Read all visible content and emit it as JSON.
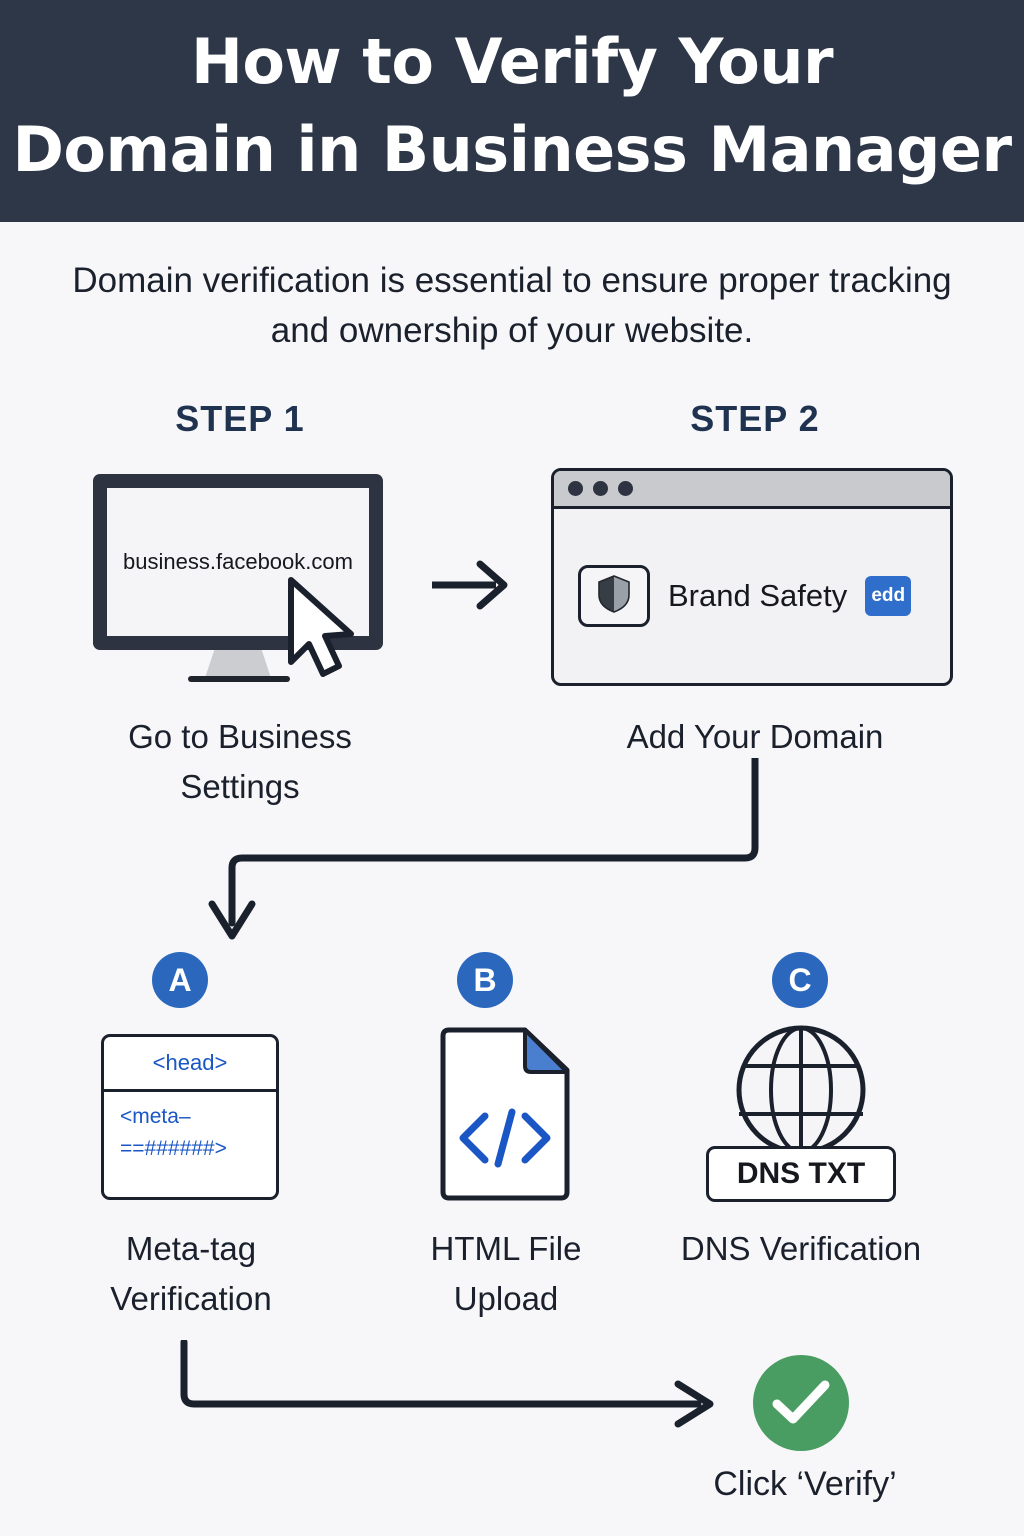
{
  "colors": {
    "header_bg": "#2d3748",
    "page_bg": "#f7f7f9",
    "accent_blue": "#2b68bd",
    "code_blue": "#1a56c4",
    "badge_blue": "#2f6ecb",
    "success_green": "#4a9d62",
    "dark_ink": "#1a202c",
    "step_label": "#1f3350"
  },
  "header": {
    "title_line1": "How to Verify Your",
    "title_line2": "Domain in Business Manager"
  },
  "intro": {
    "text": "Domain verification is essential to ensure proper tracking and ownership of your website."
  },
  "steps": [
    {
      "label": "STEP 1",
      "caption": "Go to Business Settings",
      "screen_url": "business.facebook.com",
      "icons": [
        "monitor-icon",
        "mouse-cursor-icon"
      ]
    },
    {
      "label": "STEP 2",
      "caption": "Add Your Domain",
      "panel_title": "Brand Safety",
      "panel_badge": "edd",
      "icons": [
        "browser-window-icon",
        "shield-icon",
        "add-badge-icon"
      ]
    }
  ],
  "methods": [
    {
      "badge": "A",
      "caption": "Meta-tag Verification",
      "card": {
        "head_line": "<head>",
        "body_line1": "<meta–",
        "body_line2": "==######>"
      },
      "icon": "code-card-icon"
    },
    {
      "badge": "B",
      "caption": "HTML File Upload",
      "icon": "html-file-icon"
    },
    {
      "badge": "C",
      "caption": "DNS Verification",
      "chip_label": "DNS TXT",
      "icon": "globe-icon"
    }
  ],
  "final": {
    "caption": "Click ‘Verify’",
    "icon": "checkmark-circle-icon"
  }
}
